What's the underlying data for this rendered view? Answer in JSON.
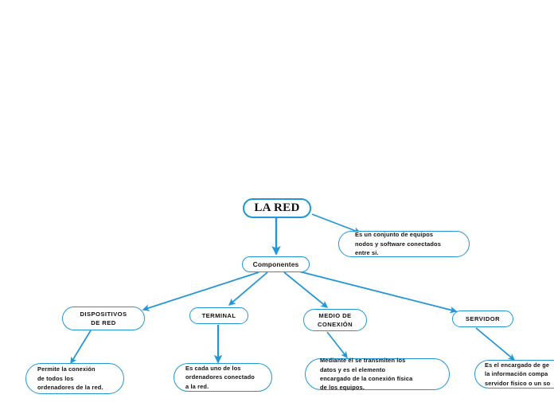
{
  "diagram": {
    "title": "LA RED",
    "accent_color": "#2196d9",
    "background_color": "#ffffff",
    "text_color": "#111111",
    "nodes": {
      "root": "LA RED",
      "root_definition": "Es un conjunto de equipos\nnodos y software conectados\nentre si.",
      "components": "Componentes",
      "branch_1": "DISPOSITIVOS\nDE RED",
      "branch_1_desc": "Permite la conexión\nde todos los\nordenadores de la red.",
      "branch_2": "TERMINAL",
      "branch_2_desc": "Es cada uno de los\nordenadores conectado\na la red.",
      "branch_3": "MEDIO DE\nCONEXIÓN",
      "branch_3_desc": "Mediante él se transmiten los\ndatos y es el elemento\nencargado de la conexión física\nde los equipos.",
      "branch_4": "SERVIDOR",
      "branch_4_desc": "Es el encargado de ge\nla información compa\nservidor físico o un so"
    }
  }
}
